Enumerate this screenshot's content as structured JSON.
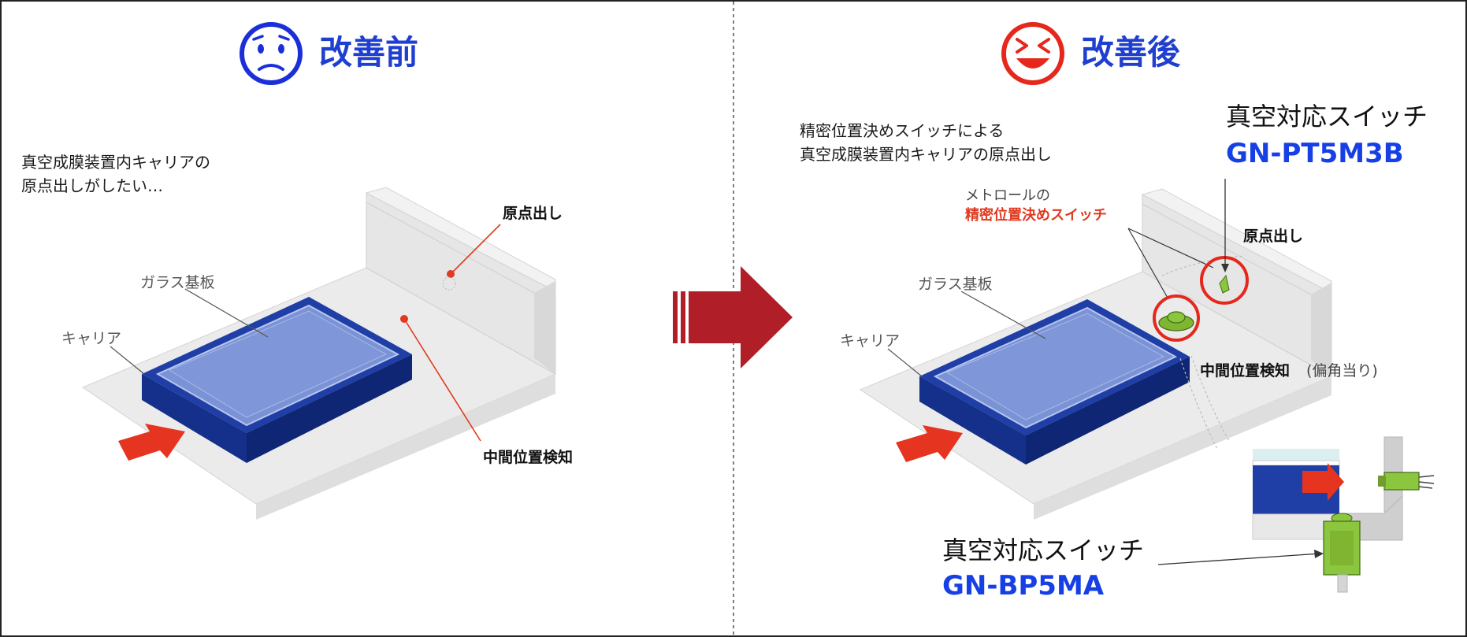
{
  "before": {
    "title": "改善前",
    "description_lines": [
      "真空成膜装置内キャリアの",
      "原点出しがしたい…"
    ],
    "label_glass": "ガラス基板",
    "label_carrier": "キャリア",
    "label_origin": "原点出し",
    "label_middle": "中間位置検知",
    "face_icon": "sad-face-icon"
  },
  "after": {
    "title": "改善後",
    "description_lines": [
      "精密位置決めスイッチによる",
      "真空成膜装置内キャリアの原点出し"
    ],
    "metrol_label": "メトロールの",
    "precision_switch_label": "精密位置決めスイッチ",
    "label_glass": "ガラス基板",
    "label_carrier": "キャリア",
    "label_origin": "原点出し",
    "label_middle": "中間位置検知",
    "label_middle_note": "(偏角当り)",
    "switch_top": {
      "name": "真空対応スイッチ",
      "model": "GN-PT5M3B"
    },
    "switch_bottom": {
      "name": "真空対応スイッチ",
      "model": "GN-BP5MA"
    },
    "face_icon": "happy-face-icon"
  },
  "colors": {
    "title_blue": "#1f3fd0",
    "model_blue": "#1640e6",
    "accent_red": "#e03a20",
    "arrow_dark_red": "#b01e28",
    "carrier_blue": "#1a3a9a",
    "switch_green": "#8cc63f"
  }
}
